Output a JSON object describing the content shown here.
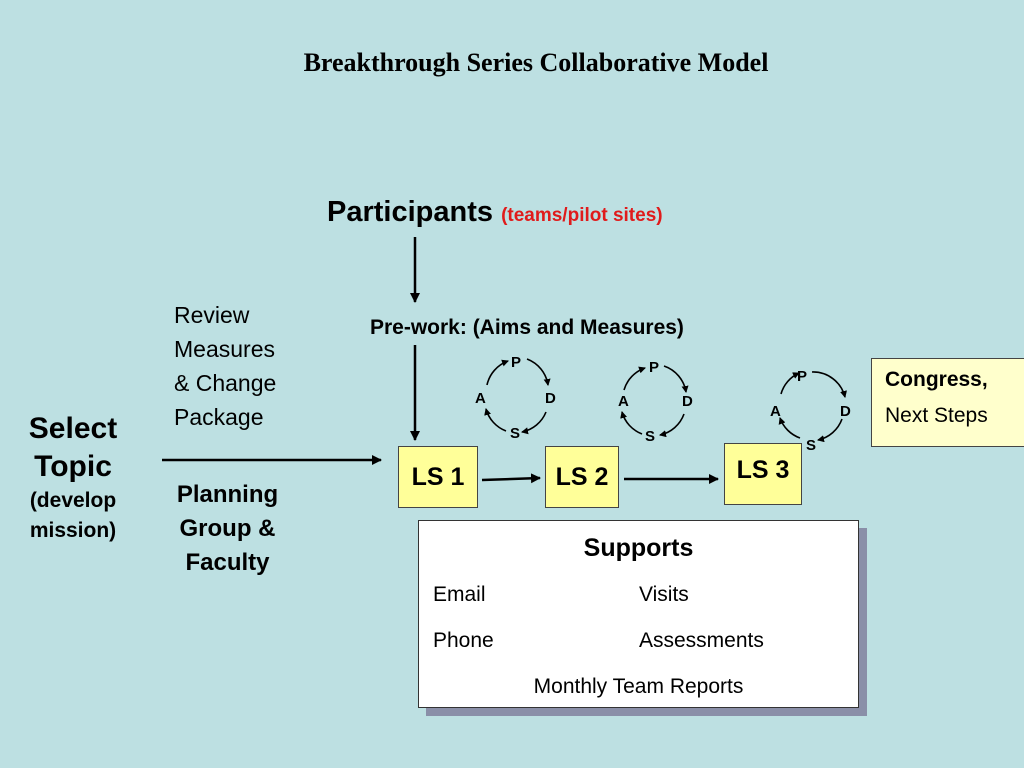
{
  "title": "Breakthrough Series Collaborative Model",
  "participants": {
    "label": "Participants",
    "sub": "(teams/pilot sites)"
  },
  "review_lines": [
    "Review",
    "Measures",
    "& Change",
    "Package"
  ],
  "prework": "Pre-work: (Aims and Measures)",
  "select_topic": {
    "line1": "Select",
    "line2": "Topic",
    "line3": "(develop",
    "line4": "mission)"
  },
  "planning_lines": [
    "Planning",
    "Group &",
    "Faculty"
  ],
  "learning_sessions": [
    "LS 1",
    "LS 2",
    "LS 3"
  ],
  "pdsa": {
    "p": "P",
    "d": "D",
    "s": "S",
    "a": "A"
  },
  "congress": {
    "line1": "Congress,",
    "line2": "Next Steps"
  },
  "supports": {
    "heading": "Supports",
    "col1": [
      "Email",
      "Phone"
    ],
    "col2": [
      "Visits",
      "Assessments"
    ],
    "footer": "Monthly Team Reports"
  },
  "colors": {
    "background": "#bde0e2",
    "ls_box": "#ffff99",
    "congress_box": "#ffffcc",
    "accent_red": "#e01b1b"
  }
}
